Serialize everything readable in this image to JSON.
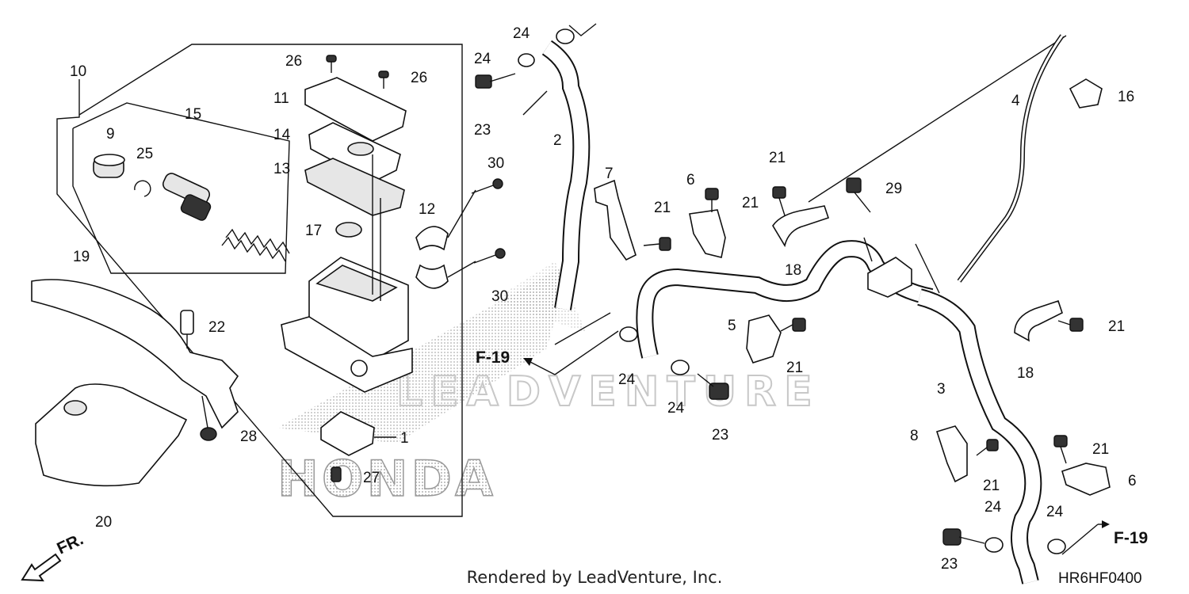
{
  "callouts": {
    "c10": "10",
    "c15": "15",
    "c9": "9",
    "c25": "25",
    "c19": "19",
    "c20": "20",
    "c26a": "26",
    "c26b": "26",
    "c11": "11",
    "c14": "14",
    "c13": "13",
    "c17": "17",
    "c12": "12",
    "c30a": "30",
    "c30b": "30",
    "c22": "22",
    "c28": "28",
    "c1": "1",
    "c27": "27",
    "c24a": "24",
    "c24b": "24",
    "c23a": "23",
    "c2": "2",
    "c7": "7",
    "c21a": "21",
    "c6a": "6",
    "c21b": "21",
    "c21c": "21",
    "c18a": "18",
    "c29": "29",
    "c4": "4",
    "c16": "16",
    "c24c": "24",
    "c24d": "24",
    "c23b": "23",
    "c5": "5",
    "c21d": "21",
    "c21e": "21",
    "c18b": "18",
    "c3": "3",
    "c8": "8",
    "c21f": "21",
    "c21g": "21",
    "c6b": "6",
    "c24e": "24",
    "c24f": "24",
    "c23c": "23"
  },
  "refs": {
    "f19_left": "F-19",
    "f19_right": "F-19",
    "front": "FR."
  },
  "watermark": "LEADVENTURE",
  "logo_text": "HONDA",
  "credit": "Rendered by LeadVenture, Inc.",
  "diagram_code": "HR6HF0400"
}
